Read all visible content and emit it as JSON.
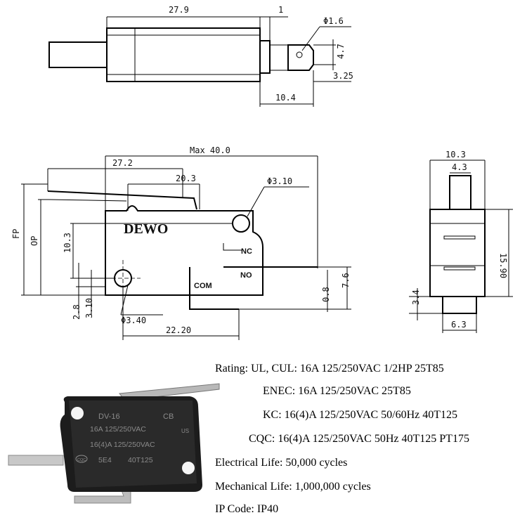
{
  "top_view": {
    "dims": {
      "d1": "27.9",
      "d2": "1",
      "d3": "Φ1.6",
      "d4": "4.7",
      "d5": "3.25",
      "d6": "10.4"
    }
  },
  "front_view": {
    "dims": {
      "max": "Max 40.0",
      "lever": "27.2",
      "act": "20.3",
      "hole_top": "Φ3.10",
      "fp": "FP",
      "op": "OP",
      "h1": "10.3",
      "h2": "2.8",
      "h3": "3.10",
      "hole_bot": "Φ3.40",
      "w": "22.20",
      "t1": "0.8",
      "t2": "7.6"
    },
    "brand": "DEWO",
    "terminals": {
      "nc": "NC",
      "no": "NO",
      "com": "COM"
    }
  },
  "side_view": {
    "dims": {
      "w": "10.3",
      "top": "4.3",
      "h": "15.90",
      "bot_h": "3.4",
      "bot_w": "6.3"
    }
  },
  "photo": {
    "lines": [
      "DV-16",
      "CB",
      "16A 125/250VAC",
      "16(4)A 125/250VAC",
      "5E4",
      "40T125"
    ],
    "badge": "CQC",
    "ul_mark": "US"
  },
  "specs": {
    "rating": "Rating:  UL, CUL: 16A 125/250VAC 1/2HP 25T85",
    "enec": "ENEC:  16A 125/250VAC 25T85",
    "kc": "KC: 16(4)A 125/250VAC 50/60Hz 40T125",
    "cqc": "CQC: 16(4)A 125/250VAC 50Hz 40T125 PT175",
    "electrical": "Electrical Life: 50,000 cycles",
    "mechanical": "Mechanical Life: 1,000,000 cycles",
    "ip": "IP Code: IP40"
  }
}
